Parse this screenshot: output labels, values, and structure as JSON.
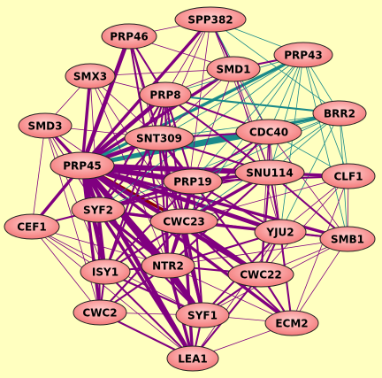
{
  "colors": {
    "background": "#ffffc0",
    "node_fill_center": "#ffd0d0",
    "node_fill_edge": "#f47a7a",
    "edge_purple": "#800080",
    "edge_teal": "#1a8a8a",
    "edge_darkred": "#8b0000"
  },
  "nodes": [
    {
      "id": "SPP382",
      "label": "SPP382"
    },
    {
      "id": "PRP46",
      "label": "PRP46"
    },
    {
      "id": "PRP43",
      "label": "PRP43"
    },
    {
      "id": "SMX3",
      "label": "SMX3"
    },
    {
      "id": "SMD1",
      "label": "SMD1"
    },
    {
      "id": "PRP8",
      "label": "PRP8"
    },
    {
      "id": "BRR2",
      "label": "BRR2"
    },
    {
      "id": "SMD3",
      "label": "SMD3"
    },
    {
      "id": "SNT309",
      "label": "SNT309"
    },
    {
      "id": "CDC40",
      "label": "CDC40"
    },
    {
      "id": "PRP45",
      "label": "PRP45"
    },
    {
      "id": "SNU114",
      "label": "SNU114"
    },
    {
      "id": "CLF1",
      "label": "CLF1"
    },
    {
      "id": "PRP19",
      "label": "PRP19"
    },
    {
      "id": "SYF2",
      "label": "SYF2"
    },
    {
      "id": "CWC23",
      "label": "CWC23"
    },
    {
      "id": "CEF1",
      "label": "CEF1"
    },
    {
      "id": "YJU2",
      "label": "YJU2"
    },
    {
      "id": "SMB1",
      "label": "SMB1"
    },
    {
      "id": "ISY1",
      "label": "ISY1"
    },
    {
      "id": "NTR2",
      "label": "NTR2"
    },
    {
      "id": "CWC22",
      "label": "CWC22"
    },
    {
      "id": "CWC2",
      "label": "CWC2"
    },
    {
      "id": "SYF1",
      "label": "SYF1"
    },
    {
      "id": "ECM2",
      "label": "ECM2"
    },
    {
      "id": "LEA1",
      "label": "LEA1"
    }
  ],
  "edges": [
    {
      "from": "PRP45",
      "to": "CWC23",
      "color": "darkred",
      "weight": 3
    },
    {
      "from": "PRP45",
      "to": "PRP46",
      "color": "purple",
      "weight": 4
    },
    {
      "from": "PRP45",
      "to": "SPP382",
      "color": "purple",
      "weight": 3
    },
    {
      "from": "PRP45",
      "to": "SMX3",
      "color": "purple",
      "weight": 3
    },
    {
      "from": "PRP45",
      "to": "SMD1",
      "color": "purple",
      "weight": 3
    },
    {
      "from": "PRP45",
      "to": "PRP8",
      "color": "purple",
      "weight": 4
    },
    {
      "from": "PRP45",
      "to": "SMD3",
      "color": "purple",
      "weight": 3
    },
    {
      "from": "PRP45",
      "to": "SNT309",
      "color": "purple",
      "weight": 4
    },
    {
      "from": "PRP45",
      "to": "CDC40",
      "color": "teal",
      "weight": 4
    },
    {
      "from": "PRP45",
      "to": "PRP43",
      "color": "teal",
      "weight": 3
    },
    {
      "from": "PRP45",
      "to": "BRR2",
      "color": "teal",
      "weight": 3
    },
    {
      "from": "PRP45",
      "to": "SNU114",
      "color": "purple",
      "weight": 5
    },
    {
      "from": "PRP45",
      "to": "CLF1",
      "color": "purple",
      "weight": 3
    },
    {
      "from": "PRP45",
      "to": "PRP19",
      "color": "purple",
      "weight": 5
    },
    {
      "from": "PRP45",
      "to": "SYF2",
      "color": "purple",
      "weight": 4
    },
    {
      "from": "PRP45",
      "to": "CEF1",
      "color": "purple",
      "weight": 3
    },
    {
      "from": "PRP45",
      "to": "YJU2",
      "color": "purple",
      "weight": 4
    },
    {
      "from": "PRP45",
      "to": "SMB1",
      "color": "purple",
      "weight": 3
    },
    {
      "from": "PRP45",
      "to": "ISY1",
      "color": "purple",
      "weight": 4
    },
    {
      "from": "PRP45",
      "to": "NTR2",
      "color": "purple",
      "weight": 5
    },
    {
      "from": "PRP45",
      "to": "CWC22",
      "color": "purple",
      "weight": 4
    },
    {
      "from": "PRP45",
      "to": "CWC2",
      "color": "purple",
      "weight": 3
    },
    {
      "from": "PRP45",
      "to": "SYF1",
      "color": "purple",
      "weight": 4
    },
    {
      "from": "PRP45",
      "to": "ECM2",
      "color": "purple",
      "weight": 3
    },
    {
      "from": "PRP45",
      "to": "LEA1",
      "color": "purple",
      "weight": 4
    },
    {
      "from": "PRP46",
      "to": "SPP382",
      "color": "purple",
      "weight": 1
    },
    {
      "from": "PRP46",
      "to": "SMD1",
      "color": "purple",
      "weight": 1
    },
    {
      "from": "PRP46",
      "to": "PRP8",
      "color": "purple",
      "weight": 2
    },
    {
      "from": "PRP46",
      "to": "SNT309",
      "color": "purple",
      "weight": 2
    },
    {
      "from": "PRP46",
      "to": "CWC23",
      "color": "purple",
      "weight": 2
    },
    {
      "from": "PRP46",
      "to": "NTR2",
      "color": "purple",
      "weight": 2
    },
    {
      "from": "PRP46",
      "to": "SYF1",
      "color": "purple",
      "weight": 1
    },
    {
      "from": "SPP382",
      "to": "SMD1",
      "color": "purple",
      "weight": 2
    },
    {
      "from": "SPP382",
      "to": "PRP43",
      "color": "teal",
      "weight": 1
    },
    {
      "from": "SPP382",
      "to": "PRP8",
      "color": "purple",
      "weight": 1
    },
    {
      "from": "SPP382",
      "to": "SNT309",
      "color": "purple",
      "weight": 1
    },
    {
      "from": "SPP382",
      "to": "CDC40",
      "color": "teal",
      "weight": 1
    },
    {
      "from": "SPP382",
      "to": "SNU114",
      "color": "purple",
      "weight": 1
    },
    {
      "from": "SPP382",
      "to": "BRR2",
      "color": "teal",
      "weight": 1
    },
    {
      "from": "SPP382",
      "to": "CWC23",
      "color": "purple",
      "weight": 1
    },
    {
      "from": "SMD1",
      "to": "PRP43",
      "color": "purple",
      "weight": 2
    },
    {
      "from": "SMD1",
      "to": "SMX3",
      "color": "purple",
      "weight": 1
    },
    {
      "from": "SMD1",
      "to": "PRP8",
      "color": "purple",
      "weight": 1
    },
    {
      "from": "SMD1",
      "to": "SNT309",
      "color": "purple",
      "weight": 1
    },
    {
      "from": "SMD1",
      "to": "CDC40",
      "color": "purple",
      "weight": 1
    },
    {
      "from": "SMD1",
      "to": "SNU114",
      "color": "purple",
      "weight": 1
    },
    {
      "from": "SMD1",
      "to": "PRP19",
      "color": "purple",
      "weight": 1
    },
    {
      "from": "SMD1",
      "to": "YJU2",
      "color": "purple",
      "weight": 1
    },
    {
      "from": "PRP43",
      "to": "BRR2",
      "color": "teal",
      "weight": 1
    },
    {
      "from": "PRP43",
      "to": "CDC40",
      "color": "teal",
      "weight": 1
    },
    {
      "from": "PRP43",
      "to": "SNU114",
      "color": "teal",
      "weight": 1
    },
    {
      "from": "PRP43",
      "to": "CLF1",
      "color": "teal",
      "weight": 1
    },
    {
      "from": "PRP43",
      "to": "PRP19",
      "color": "teal",
      "weight": 1
    },
    {
      "from": "PRP43",
      "to": "SNT309",
      "color": "teal",
      "weight": 1
    },
    {
      "from": "PRP43",
      "to": "PRP8",
      "color": "teal",
      "weight": 1
    },
    {
      "from": "PRP43",
      "to": "YJU2",
      "color": "teal",
      "weight": 1
    },
    {
      "from": "PRP43",
      "to": "SMB1",
      "color": "teal",
      "weight": 1
    },
    {
      "from": "PRP43",
      "to": "CWC23",
      "color": "teal",
      "weight": 1
    },
    {
      "from": "PRP43",
      "to": "SYF2",
      "color": "teal",
      "weight": 1
    },
    {
      "from": "BRR2",
      "to": "CDC40",
      "color": "teal",
      "weight": 1
    },
    {
      "from": "BRR2",
      "to": "SNU114",
      "color": "teal",
      "weight": 1
    },
    {
      "from": "BRR2",
      "to": "CLF1",
      "color": "teal",
      "weight": 1
    },
    {
      "from": "BRR2",
      "to": "PRP19",
      "color": "teal",
      "weight": 1
    },
    {
      "from": "BRR2",
      "to": "SNT309",
      "color": "teal",
      "weight": 1
    },
    {
      "from": "BRR2",
      "to": "PRP8",
      "color": "teal",
      "weight": 2
    },
    {
      "from": "BRR2",
      "to": "SMB1",
      "color": "teal",
      "weight": 1
    },
    {
      "from": "BRR2",
      "to": "YJU2",
      "color": "teal",
      "weight": 1
    },
    {
      "from": "BRR2",
      "to": "CWC23",
      "color": "teal",
      "weight": 1
    },
    {
      "from": "BRR2",
      "to": "SYF2",
      "color": "teal",
      "weight": 1
    },
    {
      "from": "SMX3",
      "to": "PRP8",
      "color": "purple",
      "weight": 1
    },
    {
      "from": "SMX3",
      "to": "SNT309",
      "color": "purple",
      "weight": 1
    },
    {
      "from": "SMX3",
      "to": "SMD3",
      "color": "purple",
      "weight": 1
    },
    {
      "from": "SMX3",
      "to": "SYF2",
      "color": "purple",
      "weight": 1
    },
    {
      "from": "SMX3",
      "to": "CWC23",
      "color": "purple",
      "weight": 1
    },
    {
      "from": "SMX3",
      "to": "NTR2",
      "color": "purple",
      "weight": 1
    },
    {
      "from": "PRP8",
      "to": "SNT309",
      "color": "purple",
      "weight": 2
    },
    {
      "from": "PRP8",
      "to": "CDC40",
      "color": "purple",
      "weight": 2
    },
    {
      "from": "PRP8",
      "to": "SNU114",
      "color": "purple",
      "weight": 2
    },
    {
      "from": "PRP8",
      "to": "PRP19",
      "color": "purple",
      "weight": 2
    },
    {
      "from": "PRP8",
      "to": "CWC23",
      "color": "purple",
      "weight": 2
    },
    {
      "from": "PRP8",
      "to": "SYF2",
      "color": "purple",
      "weight": 2
    },
    {
      "from": "PRP8",
      "to": "ISY1",
      "color": "purple",
      "weight": 2
    },
    {
      "from": "PRP8",
      "to": "NTR2",
      "color": "purple",
      "weight": 2
    },
    {
      "from": "SMD3",
      "to": "SNT309",
      "color": "purple",
      "weight": 1
    },
    {
      "from": "SMD3",
      "to": "CEF1",
      "color": "purple",
      "weight": 1
    },
    {
      "from": "SMD3",
      "to": "SYF2",
      "color": "purple",
      "weight": 1
    },
    {
      "from": "SMD3",
      "to": "CWC23",
      "color": "purple",
      "weight": 1
    },
    {
      "from": "SMD3",
      "to": "ISY1",
      "color": "purple",
      "weight": 1
    },
    {
      "from": "SMD3",
      "to": "CWC2",
      "color": "purple",
      "weight": 1
    },
    {
      "from": "SMD3",
      "to": "LEA1",
      "color": "purple",
      "weight": 1
    },
    {
      "from": "SNT309",
      "to": "CDC40",
      "color": "purple",
      "weight": 2
    },
    {
      "from": "SNT309",
      "to": "SNU114",
      "color": "purple",
      "weight": 2
    },
    {
      "from": "SNT309",
      "to": "PRP19",
      "color": "purple",
      "weight": 3
    },
    {
      "from": "SNT309",
      "to": "CWC23",
      "color": "purple",
      "weight": 2
    },
    {
      "from": "SNT309",
      "to": "SYF2",
      "color": "purple",
      "weight": 2
    },
    {
      "from": "SNT309",
      "to": "NTR2",
      "color": "purple",
      "weight": 2
    },
    {
      "from": "SNT309",
      "to": "ISY1",
      "color": "purple",
      "weight": 2
    },
    {
      "from": "SNT309",
      "to": "SYF1",
      "color": "purple",
      "weight": 2
    },
    {
      "from": "CDC40",
      "to": "SNU114",
      "color": "purple",
      "weight": 2
    },
    {
      "from": "CDC40",
      "to": "CLF1",
      "color": "teal",
      "weight": 1
    },
    {
      "from": "CDC40",
      "to": "PRP19",
      "color": "purple",
      "weight": 2
    },
    {
      "from": "CDC40",
      "to": "CWC23",
      "color": "purple",
      "weight": 2
    },
    {
      "from": "CDC40",
      "to": "YJU2",
      "color": "purple",
      "weight": 1
    },
    {
      "from": "CDC40",
      "to": "SMB1",
      "color": "purple",
      "weight": 1
    },
    {
      "from": "CDC40",
      "to": "CWC22",
      "color": "purple",
      "weight": 1
    },
    {
      "from": "SNU114",
      "to": "CLF1",
      "color": "purple",
      "weight": 2
    },
    {
      "from": "SNU114",
      "to": "PRP19",
      "color": "purple",
      "weight": 3
    },
    {
      "from": "SNU114",
      "to": "CWC23",
      "color": "purple",
      "weight": 3
    },
    {
      "from": "SNU114",
      "to": "YJU2",
      "color": "purple",
      "weight": 2
    },
    {
      "from": "SNU114",
      "to": "SMB1",
      "color": "purple",
      "weight": 2
    },
    {
      "from": "SNU114",
      "to": "CWC22",
      "color": "purple",
      "weight": 2
    },
    {
      "from": "SNU114",
      "to": "NTR2",
      "color": "purple",
      "weight": 2
    },
    {
      "from": "SNU114",
      "to": "SYF2",
      "color": "purple",
      "weight": 2
    },
    {
      "from": "CLF1",
      "to": "PRP19",
      "color": "purple",
      "weight": 2
    },
    {
      "from": "CLF1",
      "to": "YJU2",
      "color": "purple",
      "weight": 1
    },
    {
      "from": "CLF1",
      "to": "SMB1",
      "color": "purple",
      "weight": 1
    },
    {
      "from": "CLF1",
      "to": "CWC22",
      "color": "purple",
      "weight": 1
    },
    {
      "from": "CLF1",
      "to": "ECM2",
      "color": "purple",
      "weight": 1
    },
    {
      "from": "CLF1",
      "to": "CWC23",
      "color": "purple",
      "weight": 1
    },
    {
      "from": "PRP19",
      "to": "CWC23",
      "color": "purple",
      "weight": 3
    },
    {
      "from": "PRP19",
      "to": "SYF2",
      "color": "purple",
      "weight": 3
    },
    {
      "from": "PRP19",
      "to": "YJU2",
      "color": "purple",
      "weight": 2
    },
    {
      "from": "PRP19",
      "to": "NTR2",
      "color": "purple",
      "weight": 2
    },
    {
      "from": "PRP19",
      "to": "ISY1",
      "color": "purple",
      "weight": 2
    },
    {
      "from": "PRP19",
      "to": "CWC22",
      "color": "purple",
      "weight": 2
    },
    {
      "from": "PRP19",
      "to": "SYF1",
      "color": "purple",
      "weight": 2
    },
    {
      "from": "SYF2",
      "to": "CWC23",
      "color": "purple",
      "weight": 3
    },
    {
      "from": "SYF2",
      "to": "CEF1",
      "color": "purple",
      "weight": 2
    },
    {
      "from": "SYF2",
      "to": "ISY1",
      "color": "purple",
      "weight": 3
    },
    {
      "from": "SYF2",
      "to": "NTR2",
      "color": "purple",
      "weight": 3
    },
    {
      "from": "SYF2",
      "to": "CWC2",
      "color": "purple",
      "weight": 2
    },
    {
      "from": "SYF2",
      "to": "SYF1",
      "color": "purple",
      "weight": 2
    },
    {
      "from": "SYF2",
      "to": "LEA1",
      "color": "purple",
      "weight": 3
    },
    {
      "from": "SYF2",
      "to": "YJU2",
      "color": "purple",
      "weight": 2
    },
    {
      "from": "CWC23",
      "to": "YJU2",
      "color": "purple",
      "weight": 3
    },
    {
      "from": "CWC23",
      "to": "NTR2",
      "color": "purple",
      "weight": 3
    },
    {
      "from": "CWC23",
      "to": "ISY1",
      "color": "purple",
      "weight": 2
    },
    {
      "from": "CWC23",
      "to": "CWC22",
      "color": "purple",
      "weight": 3
    },
    {
      "from": "CWC23",
      "to": "SYF1",
      "color": "purple",
      "weight": 3
    },
    {
      "from": "CWC23",
      "to": "SMB1",
      "color": "purple",
      "weight": 2
    },
    {
      "from": "CWC23",
      "to": "ECM2",
      "color": "purple",
      "weight": 2
    },
    {
      "from": "CWC23",
      "to": "LEA1",
      "color": "purple",
      "weight": 3
    },
    {
      "from": "CWC23",
      "to": "CWC2",
      "color": "purple",
      "weight": 2
    },
    {
      "from": "CEF1",
      "to": "ISY1",
      "color": "purple",
      "weight": 1
    },
    {
      "from": "CEF1",
      "to": "CWC2",
      "color": "purple",
      "weight": 1
    },
    {
      "from": "CEF1",
      "to": "NTR2",
      "color": "purple",
      "weight": 1
    },
    {
      "from": "CEF1",
      "to": "LEA1",
      "color": "purple",
      "weight": 1
    },
    {
      "from": "CEF1",
      "to": "SYF1",
      "color": "purple",
      "weight": 1
    },
    {
      "from": "YJU2",
      "to": "SMB1",
      "color": "purple",
      "weight": 2
    },
    {
      "from": "YJU2",
      "to": "CWC22",
      "color": "purple",
      "weight": 2
    },
    {
      "from": "YJU2",
      "to": "NTR2",
      "color": "purple",
      "weight": 2
    },
    {
      "from": "YJU2",
      "to": "ECM2",
      "color": "purple",
      "weight": 2
    },
    {
      "from": "YJU2",
      "to": "SYF1",
      "color": "purple",
      "weight": 2
    },
    {
      "from": "YJU2",
      "to": "LEA1",
      "color": "purple",
      "weight": 1
    },
    {
      "from": "SMB1",
      "to": "CWC22",
      "color": "purple",
      "weight": 1
    },
    {
      "from": "SMB1",
      "to": "ECM2",
      "color": "purple",
      "weight": 1
    },
    {
      "from": "SMB1",
      "to": "NTR2",
      "color": "purple",
      "weight": 1
    },
    {
      "from": "SMB1",
      "to": "SYF1",
      "color": "purple",
      "weight": 1
    },
    {
      "from": "ISY1",
      "to": "NTR2",
      "color": "purple",
      "weight": 2
    },
    {
      "from": "ISY1",
      "to": "CWC2",
      "color": "purple",
      "weight": 2
    },
    {
      "from": "ISY1",
      "to": "SYF1",
      "color": "purple",
      "weight": 2
    },
    {
      "from": "ISY1",
      "to": "LEA1",
      "color": "purple",
      "weight": 2
    },
    {
      "from": "NTR2",
      "to": "CWC22",
      "color": "purple",
      "weight": 2
    },
    {
      "from": "NTR2",
      "to": "SYF1",
      "color": "purple",
      "weight": 3
    },
    {
      "from": "NTR2",
      "to": "CWC2",
      "color": "purple",
      "weight": 2
    },
    {
      "from": "NTR2",
      "to": "LEA1",
      "color": "purple",
      "weight": 3
    },
    {
      "from": "NTR2",
      "to": "ECM2",
      "color": "purple",
      "weight": 1
    },
    {
      "from": "CWC22",
      "to": "SYF1",
      "color": "purple",
      "weight": 2
    },
    {
      "from": "CWC22",
      "to": "ECM2",
      "color": "purple",
      "weight": 2
    },
    {
      "from": "CWC22",
      "to": "LEA1",
      "color": "purple",
      "weight": 2
    },
    {
      "from": "CWC2",
      "to": "SYF1",
      "color": "purple",
      "weight": 1
    },
    {
      "from": "CWC2",
      "to": "LEA1",
      "color": "purple",
      "weight": 2
    },
    {
      "from": "SYF1",
      "to": "LEA1",
      "color": "purple",
      "weight": 2
    },
    {
      "from": "SYF1",
      "to": "ECM2",
      "color": "purple",
      "weight": 1
    },
    {
      "from": "ECM2",
      "to": "LEA1",
      "color": "purple",
      "weight": 1
    }
  ]
}
